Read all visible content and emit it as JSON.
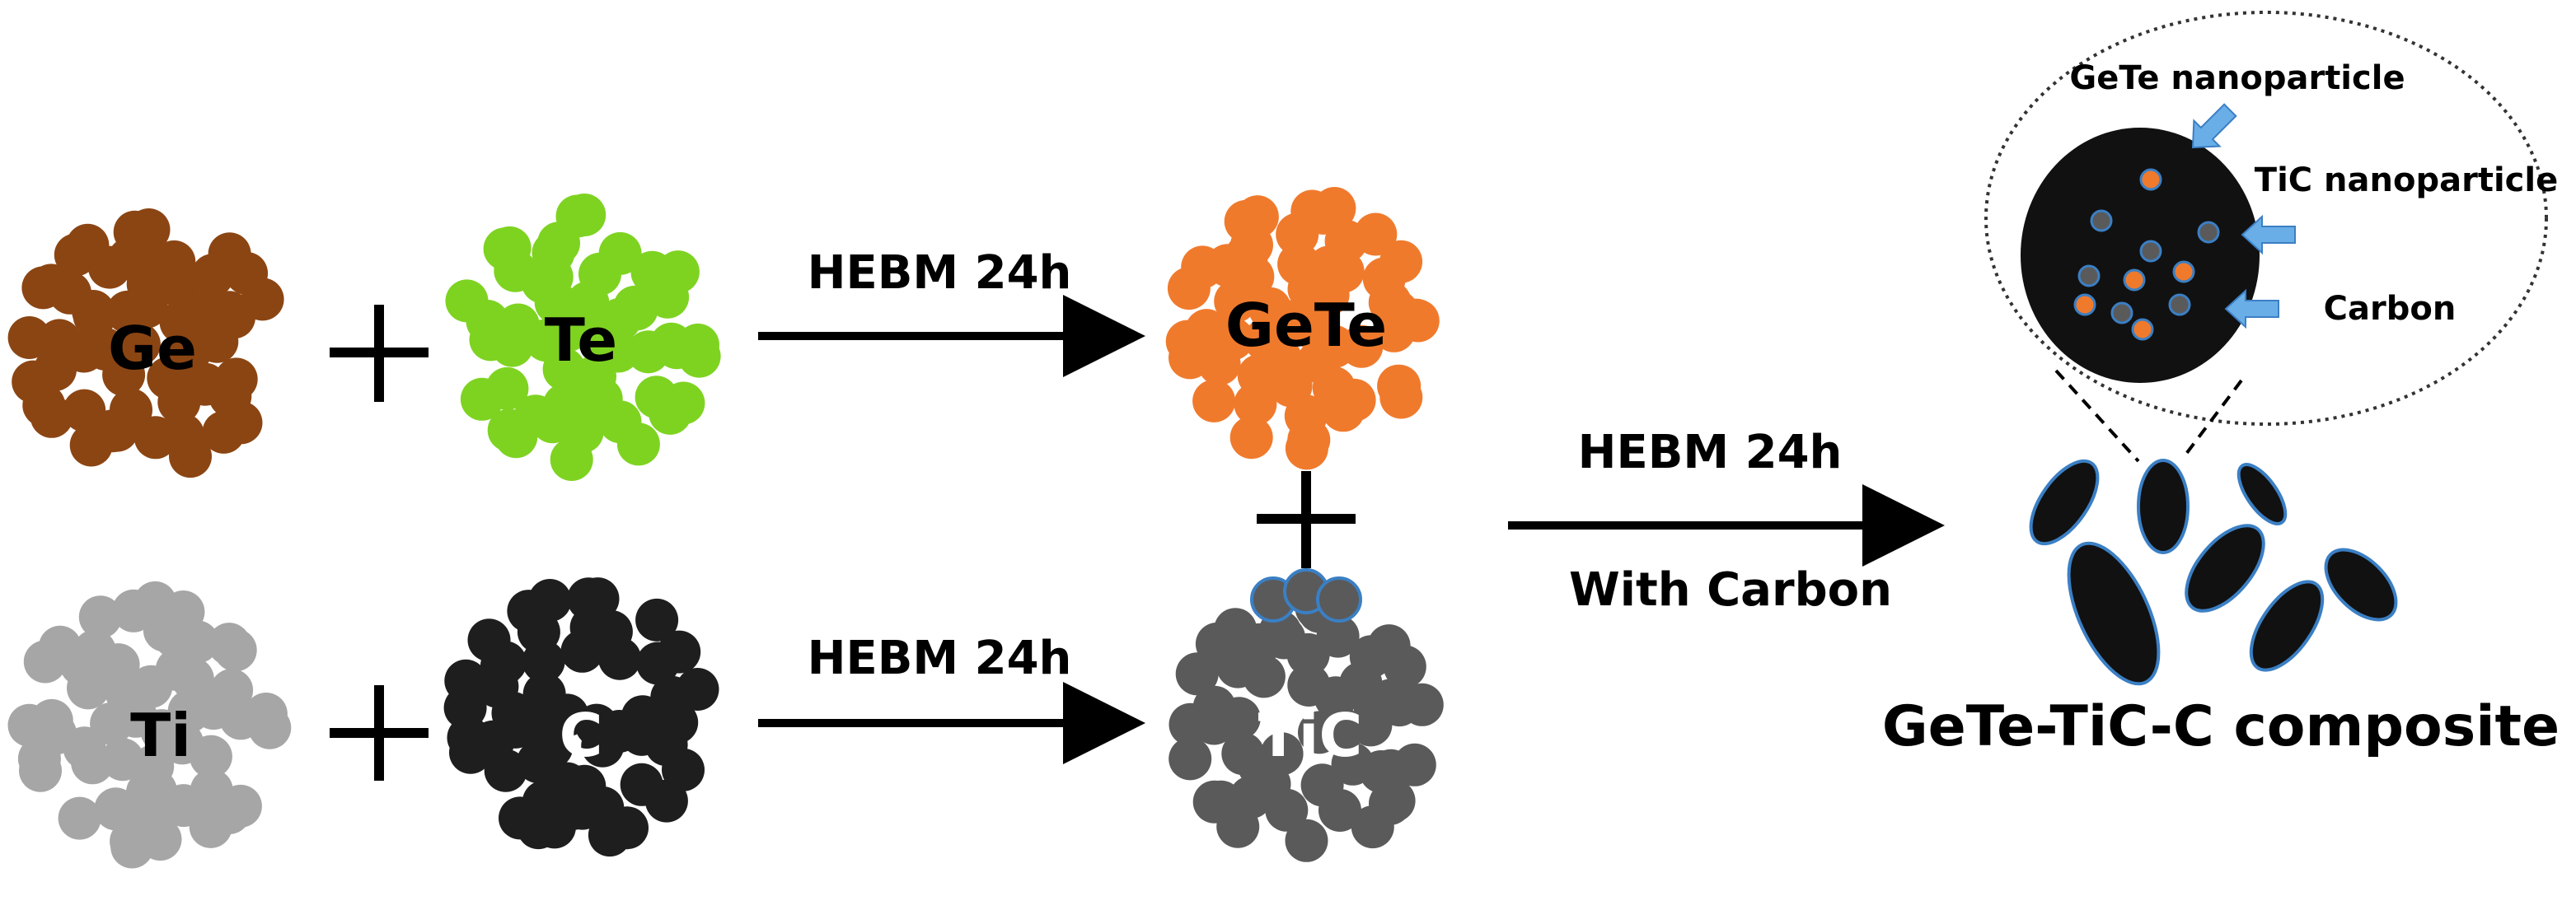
{
  "reactants": {
    "ge": {
      "label": "Ge",
      "color": "#8b4513"
    },
    "te": {
      "label": "Te",
      "color": "#7ed321"
    },
    "ti": {
      "label": "Ti",
      "color": "#a6a6a6"
    },
    "c": {
      "label": "C",
      "color": "#1e1e1e"
    }
  },
  "products": {
    "gete": {
      "label": "GeTe",
      "color": "#f07a2c"
    },
    "tic": {
      "label": "TiC",
      "color": "#5a5a5a"
    }
  },
  "plus_sign": "+",
  "steps": {
    "top": {
      "label": "HEBM 24h"
    },
    "bottom": {
      "label": "HEBM 24h"
    },
    "final": {
      "label": "HEBM 24h",
      "sublabel": "With Carbon"
    }
  },
  "composite": {
    "label": "GeTe-TiC-C composite",
    "particle_color": "#111111",
    "outline_color": "#3b7fc4"
  },
  "zoom": {
    "gete_label": "GeTe nanoparticle",
    "tic_label": "TiC nanoparticle",
    "carbon_label": "Carbon",
    "pointer_color": "#6aaee8"
  }
}
